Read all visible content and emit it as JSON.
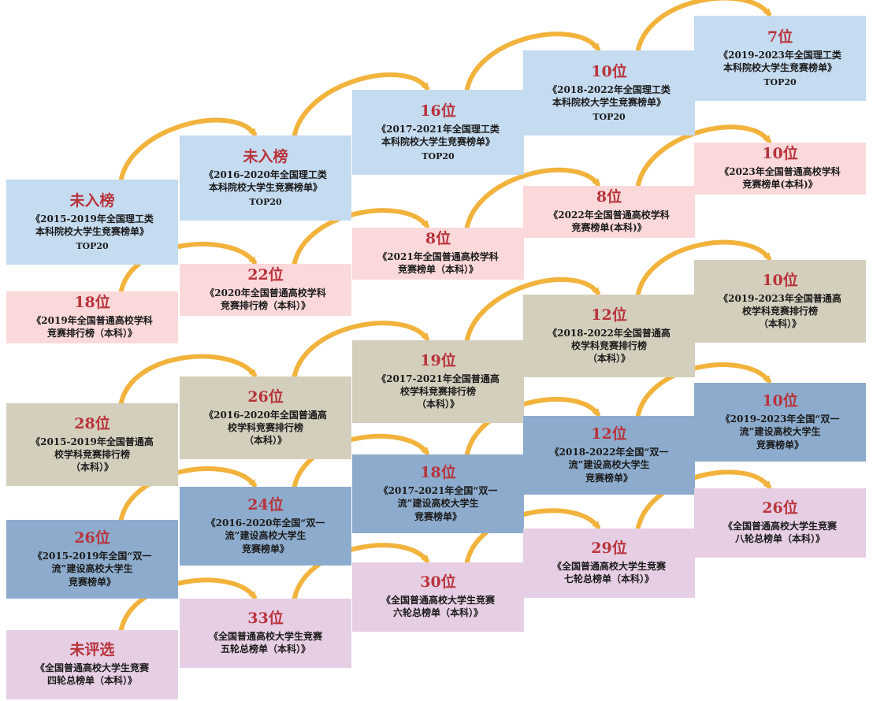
{
  "colors": {
    "blue_light": "#c5dbf0",
    "pink_light": "#fbd9da",
    "khaki": "#d4cfbd",
    "steel_blue": "#8daccd",
    "lavender": "#e6cfe5",
    "rank_red": "#b8333b",
    "arrow_gold": "#f2b33d"
  },
  "rows": [
    {
      "items": [
        {
          "rank": "未入榜",
          "lines": [
            "《2015-2019年全国理工类",
            "本科院校大学生竞赛榜单》"
          ],
          "note": "TOP20"
        },
        {
          "rank": "未入榜",
          "lines": [
            "《2016-2020年全国理工类",
            "本科院校大学生竞赛榜单》"
          ],
          "note": "TOP20"
        },
        {
          "rank": "16位",
          "lines": [
            "《2017-2021年全国理工类",
            "本科院校大学生竞赛榜单》"
          ],
          "note": "TOP20"
        },
        {
          "rank": "10位",
          "lines": [
            "《2018-2022年全国理工类",
            "本科院校大学生竞赛榜单》"
          ],
          "note": "TOP20"
        },
        {
          "rank": "7位",
          "lines": [
            "《2019-2023年全国理工类",
            "本科院校大学生竞赛榜单》"
          ],
          "note": "TOP20"
        }
      ]
    },
    {
      "items": [
        {
          "rank": "18位",
          "lines": [
            "《2019年全国普通高校学科",
            "竞赛排行榜（本科）》"
          ]
        },
        {
          "rank": "22位",
          "lines": [
            "《2020年全国普通高校学科",
            "竞赛排行榜（本科）》"
          ]
        },
        {
          "rank": "8位",
          "lines": [
            "《2021年全国普通高校学科",
            "竞赛榜单（本科）》"
          ]
        },
        {
          "rank": "8位",
          "lines": [
            "《2022年全国普通高校学科",
            "竞赛榜单(本科)》"
          ]
        },
        {
          "rank": "10位",
          "lines": [
            "《2023年全国普通高校学科",
            "竞赛榜单(本科)》"
          ]
        }
      ]
    },
    {
      "items": [
        {
          "rank": "28位",
          "lines": [
            "《2015-2019年全国普通高",
            "校学科竞赛排行榜",
            "（本科）》"
          ]
        },
        {
          "rank": "26位",
          "lines": [
            "《2016-2020年全国普通高",
            "校学科竞赛排行榜",
            "（本科）》"
          ]
        },
        {
          "rank": "19位",
          "lines": [
            "《2017-2021年全国普通高",
            "校学科竞赛排行榜",
            "（本科）》"
          ]
        },
        {
          "rank": "12位",
          "lines": [
            "《2018-2022年全国普通高",
            "校学科竞赛排行榜",
            "（本科）》"
          ]
        },
        {
          "rank": "10位",
          "lines": [
            "《2019-2023年全国普通高",
            "校学科竞赛排行榜",
            "（本科）》"
          ]
        }
      ]
    },
    {
      "items": [
        {
          "rank": "26位",
          "lines": [
            "《2015-2019年全国“双一",
            "流”建设高校大学生",
            "竞赛榜单》"
          ]
        },
        {
          "rank": "24位",
          "lines": [
            "《2016-2020年全国“双一",
            "流”建设高校大学生",
            "竞赛榜单》"
          ]
        },
        {
          "rank": "18位",
          "lines": [
            "《2017-2021年全国“双一",
            "流”建设高校大学生",
            "竞赛榜单》"
          ]
        },
        {
          "rank": "12位",
          "lines": [
            "《2018-2022年全国“双一",
            "流”建设高校大学生",
            "竞赛榜单》"
          ]
        },
        {
          "rank": "10位",
          "lines": [
            "《2019-2023年全国“双一",
            "流”建设高校大学生",
            "竞赛榜单》"
          ]
        }
      ]
    },
    {
      "items": [
        {
          "rank": "未评选",
          "lines": [
            "《全国普通高校大学生竞赛",
            "四轮总榜单（本科）》"
          ]
        },
        {
          "rank": "33位",
          "lines": [
            "《全国普通高校大学生竞赛",
            "五轮总榜单（本科）》"
          ]
        },
        {
          "rank": "30位",
          "lines": [
            "《全国普通高校大学生竞赛",
            "六轮总榜单（本科）》"
          ]
        },
        {
          "rank": "29位",
          "lines": [
            "《全国普通高校大学生竞赛",
            "七轮总榜单（本科）》"
          ]
        },
        {
          "rank": "26位",
          "lines": [
            "《全国普通高校大学生竞赛",
            "八轮总榜单（本科）》"
          ]
        }
      ]
    }
  ]
}
